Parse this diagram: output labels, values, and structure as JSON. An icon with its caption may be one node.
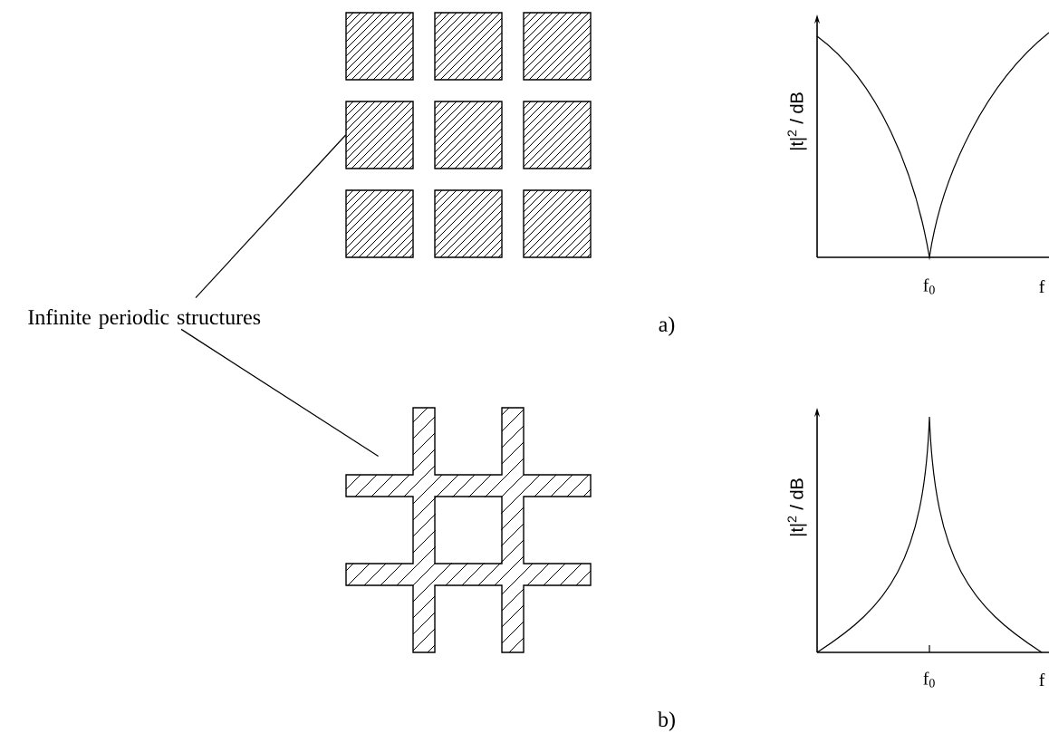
{
  "diagram": {
    "nodes": [
      {
        "text": [
          "Infinite periodic structures"
        ]
      },
      {
        "text": [],
        "shape": "box"
      },
      {
        "text": [],
        "shape": "picture"
      }
    ],
    "edges": [
      {
        "from": 0,
        "to": 1,
        "arrow": "none"
      },
      {
        "from": 0,
        "to": 2,
        "arrow": "none"
      }
    ],
    "labels": [
      "|t|$^{2}$ / dB",
      "f$_{0}$",
      "f",
      "a)",
      "|t|$^{2}$ / dB",
      "f$_{0}$",
      "f",
      "b)"
    ]
  }
}
